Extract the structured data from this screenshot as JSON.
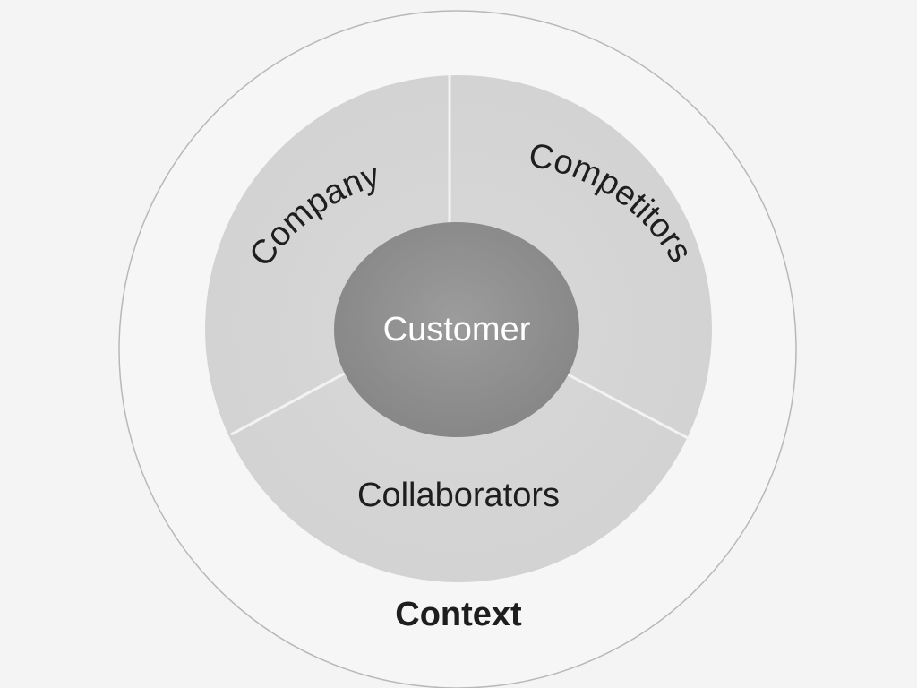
{
  "diagram": {
    "outer_label": "Context",
    "center_label": "Customer",
    "segments": [
      {
        "label": "Company"
      },
      {
        "label": "Competitors"
      },
      {
        "label": "Collaborators"
      }
    ]
  },
  "colors": {
    "background": "#f4f4f4",
    "outer_circle_fill": "#f6f6f6",
    "outer_circle_stroke": "#b8b8b8",
    "segment_fill": "#d6d6d6",
    "divider": "#f2f2f2",
    "center_fill": "#8f8f8f",
    "text_dark": "#1e1e1e",
    "text_light": "#ffffff"
  }
}
